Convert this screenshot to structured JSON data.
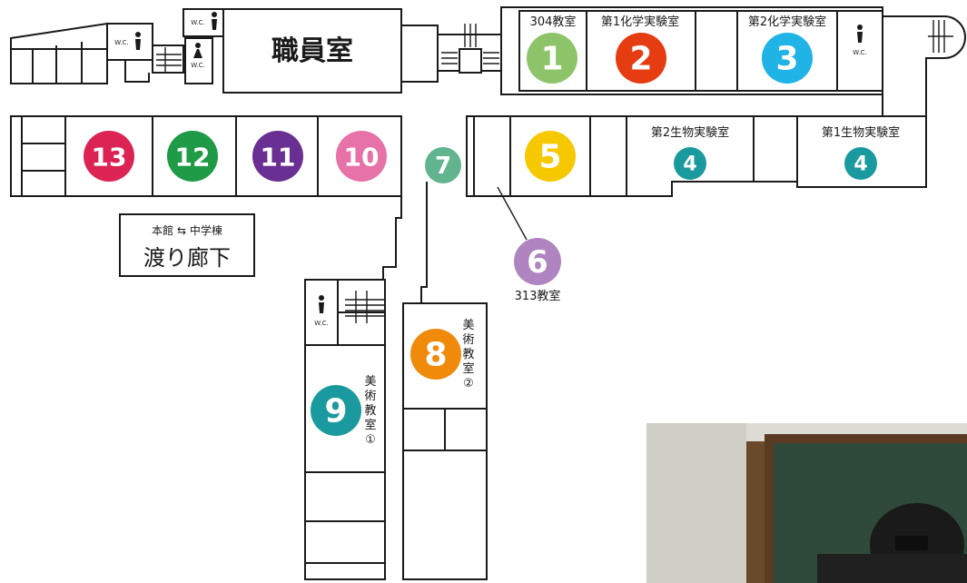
{
  "rooms": {
    "staff_room": "職員室",
    "room_1_label": "304教室",
    "chem_lab_1": "第1化学実験室",
    "chem_lab_2": "第2化学実験室",
    "bio_lab_2": "第2生物実験室",
    "bio_lab_1": "第1生物実験室",
    "room_6_label": "313教室",
    "art_room_2": [
      "美",
      "術",
      "教",
      "室",
      "②"
    ],
    "art_room_1": [
      "美",
      "術",
      "教",
      "室",
      "①"
    ]
  },
  "corridor": {
    "subtitle": "本館 ⇆ 中学棟",
    "title": "渡り廊下"
  },
  "wc_label": "W.C.",
  "markers": [
    {
      "id": "1",
      "color": "#8dc46a"
    },
    {
      "id": "2",
      "color": "#e63c12"
    },
    {
      "id": "3",
      "color": "#1fb3e6"
    },
    {
      "id": "4",
      "color": "#1a9a9e"
    },
    {
      "id": "5",
      "color": "#f5c800"
    },
    {
      "id": "6",
      "color": "#b084c0"
    },
    {
      "id": "7",
      "color": "#62b48e"
    },
    {
      "id": "8",
      "color": "#f08a0a"
    },
    {
      "id": "9",
      "color": "#1a9a9e"
    },
    {
      "id": "10",
      "color": "#e772a8"
    },
    {
      "id": "11",
      "color": "#6a2f92"
    },
    {
      "id": "12",
      "color": "#1f9a46"
    },
    {
      "id": "13",
      "color": "#dc2454"
    }
  ]
}
